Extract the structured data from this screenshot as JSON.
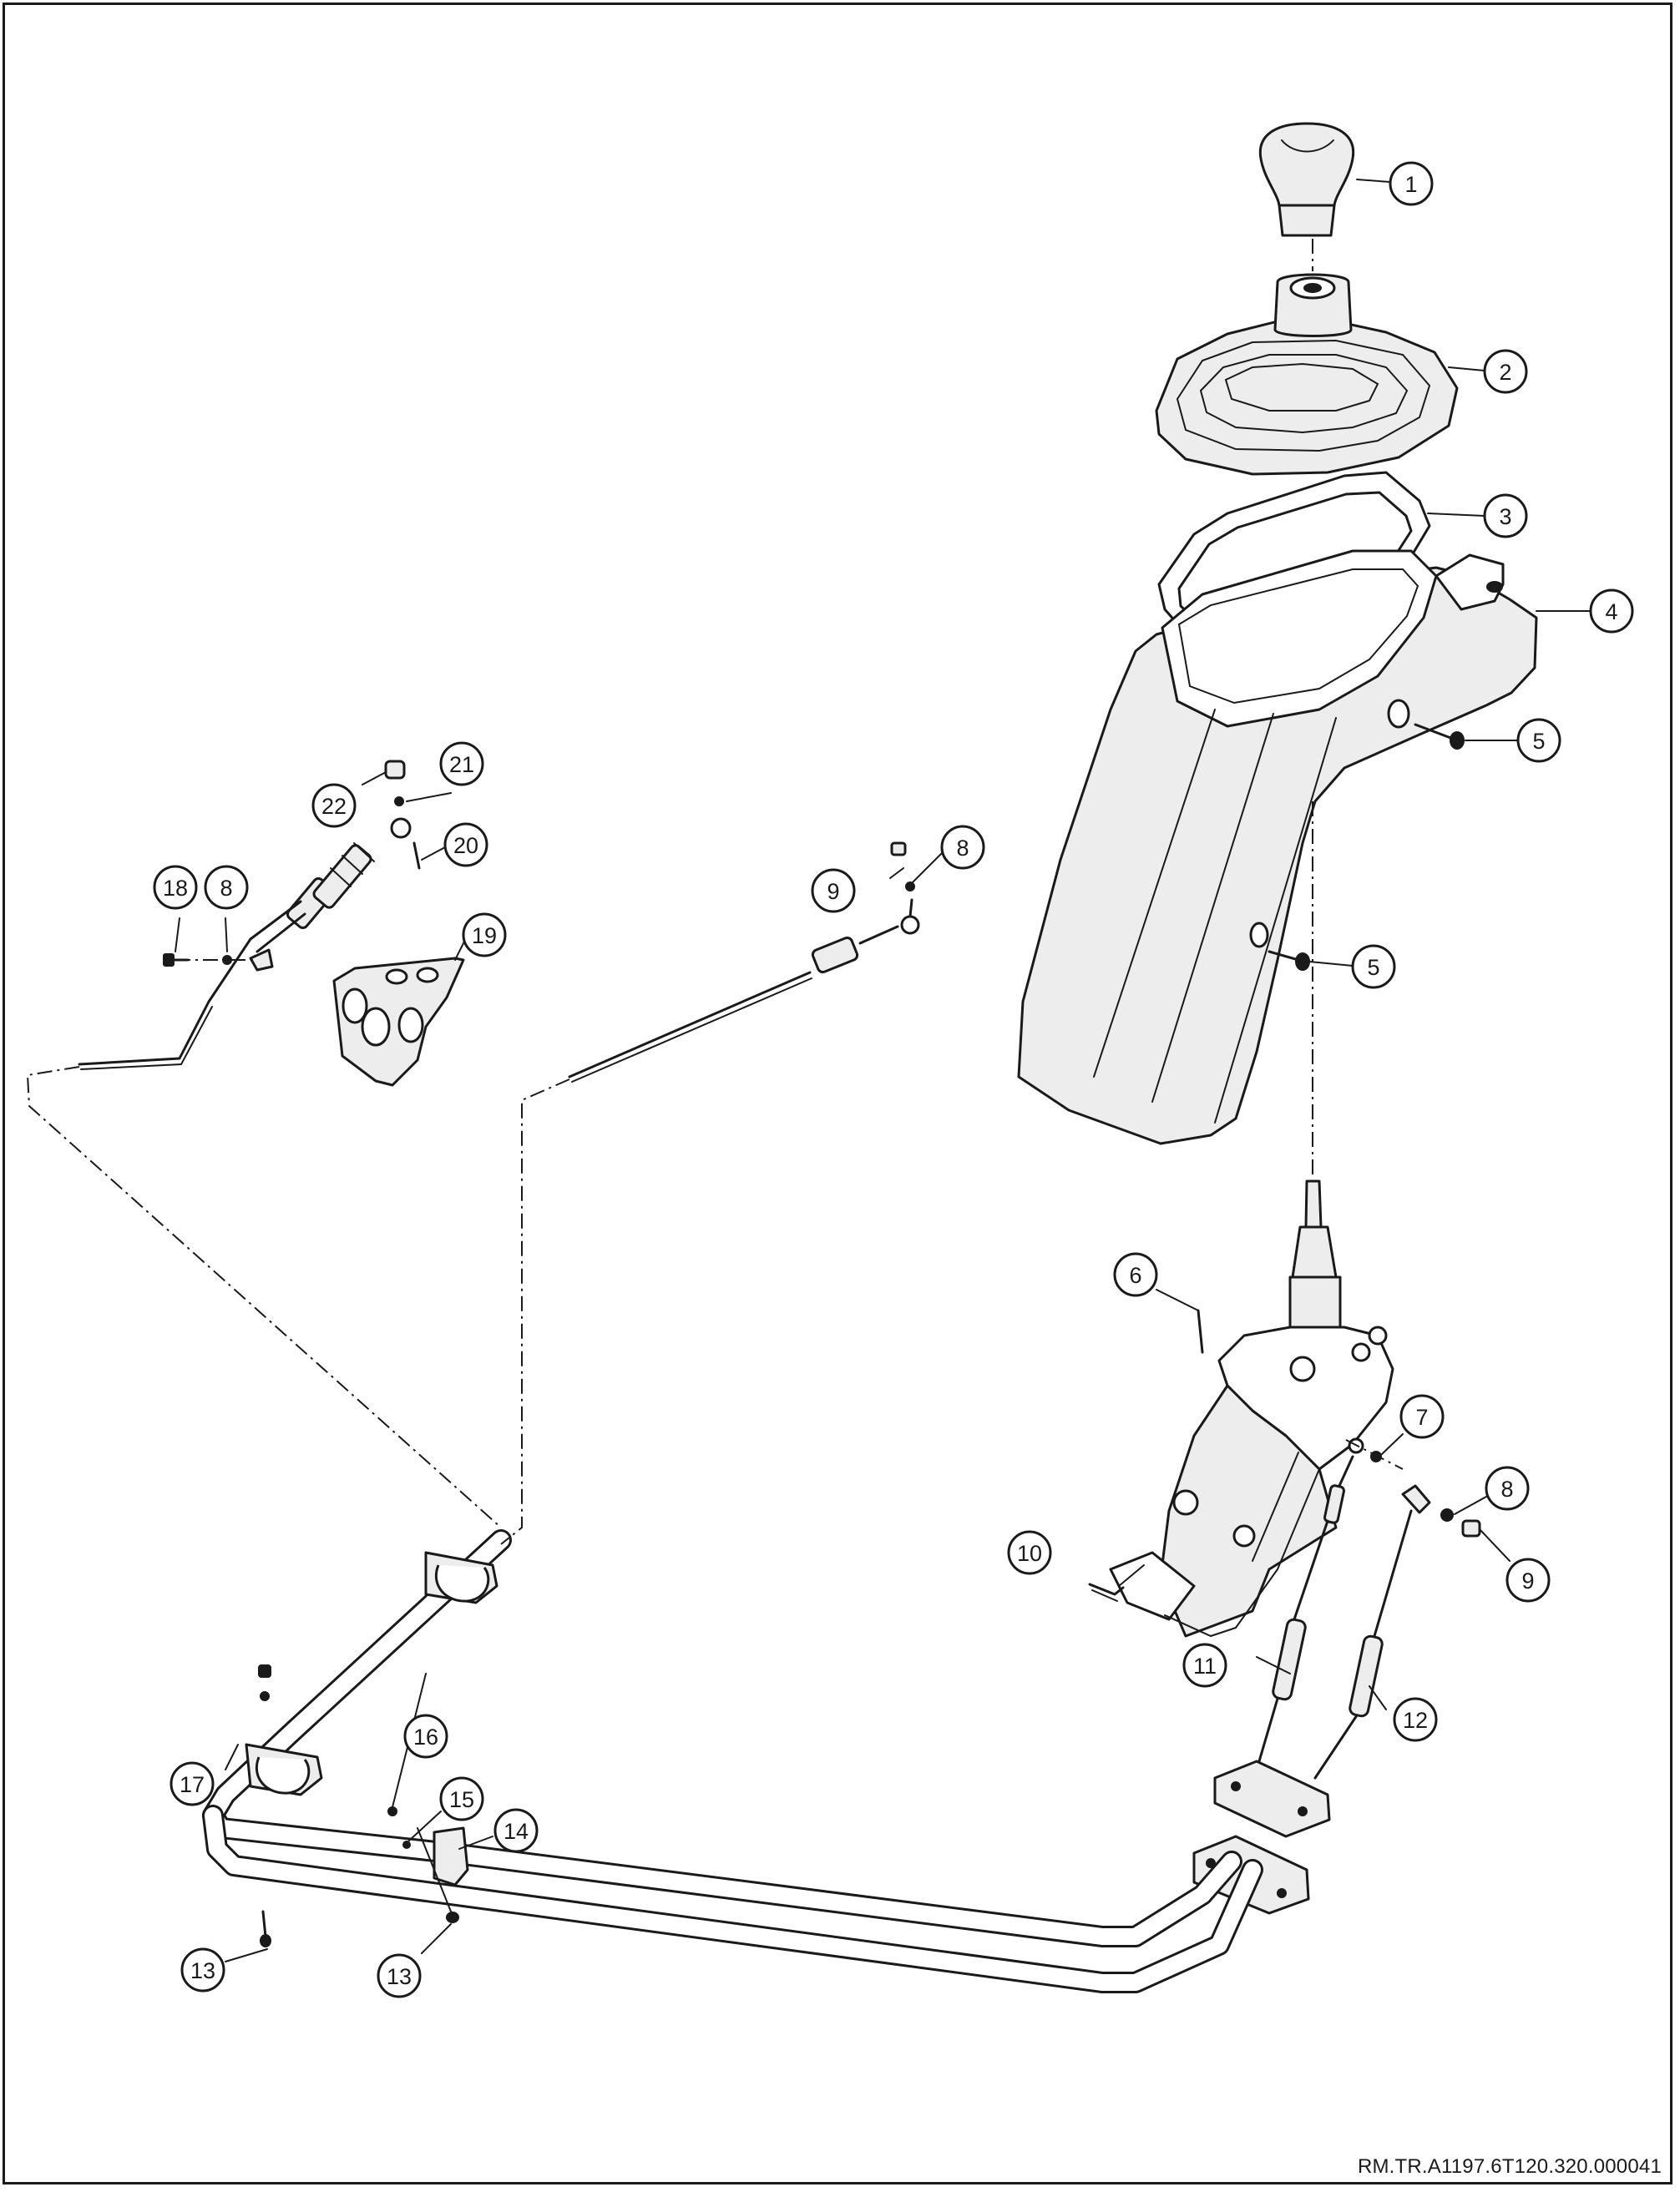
{
  "document_ref": "RM.TR.A1197.6T120.320.000041",
  "colors": {
    "ink": "#1a1a1a",
    "paper": "#ffffff",
    "part_fill": "#ededed"
  },
  "callouts": [
    {
      "id": "c1",
      "label": "1"
    },
    {
      "id": "c2",
      "label": "2"
    },
    {
      "id": "c3",
      "label": "3"
    },
    {
      "id": "c4",
      "label": "4"
    },
    {
      "id": "c5a",
      "label": "5"
    },
    {
      "id": "c5b",
      "label": "5"
    },
    {
      "id": "c6",
      "label": "6"
    },
    {
      "id": "c7",
      "label": "7"
    },
    {
      "id": "c8a",
      "label": "8"
    },
    {
      "id": "c9a",
      "label": "9"
    },
    {
      "id": "c8b",
      "label": "8"
    },
    {
      "id": "c9b",
      "label": "9"
    },
    {
      "id": "c8c",
      "label": "8"
    },
    {
      "id": "c10",
      "label": "10"
    },
    {
      "id": "c11",
      "label": "11"
    },
    {
      "id": "c12",
      "label": "12"
    },
    {
      "id": "c13a",
      "label": "13"
    },
    {
      "id": "c13b",
      "label": "13"
    },
    {
      "id": "c14",
      "label": "14"
    },
    {
      "id": "c15",
      "label": "15"
    },
    {
      "id": "c16",
      "label": "16"
    },
    {
      "id": "c17",
      "label": "17"
    },
    {
      "id": "c18",
      "label": "18"
    },
    {
      "id": "c19",
      "label": "19"
    },
    {
      "id": "c20",
      "label": "20"
    },
    {
      "id": "c21",
      "label": "21"
    },
    {
      "id": "c22",
      "label": "22"
    }
  ]
}
